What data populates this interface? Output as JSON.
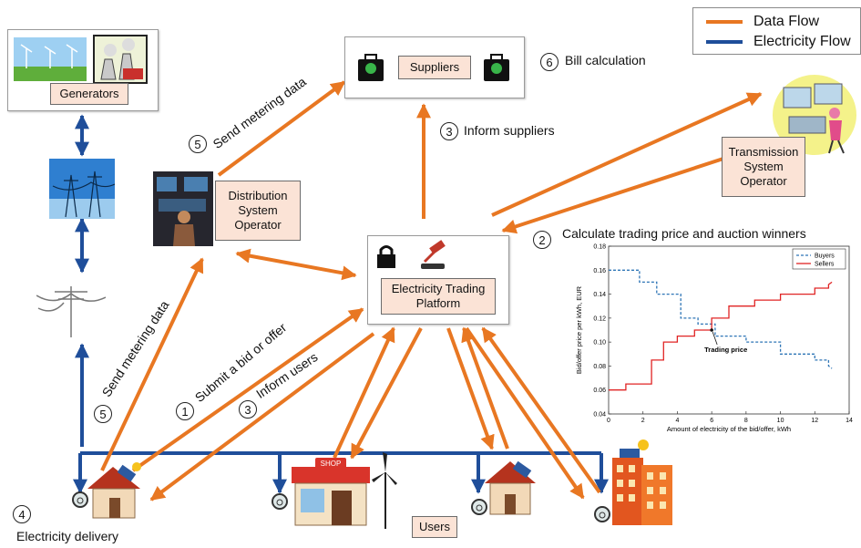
{
  "legend": {
    "data_flow": "Data Flow",
    "electricity_flow": "Electricity Flow",
    "data_color": "#e87722",
    "electricity_color": "#1f4e9a"
  },
  "nodes": {
    "generators": "Generators",
    "suppliers": "Suppliers",
    "tso": "Transmission System Operator",
    "dso": "Distribution System Operator",
    "platform": "Electricity Trading Platform",
    "users": "Users"
  },
  "steps": {
    "s1": {
      "num": "1",
      "text": "Submit a bid or offer"
    },
    "s2": {
      "num": "2",
      "text": "Calculate trading price and auction winners"
    },
    "s3a": {
      "num": "3",
      "text": "Inform suppliers"
    },
    "s3b": {
      "num": "3",
      "text": "Inform users"
    },
    "s4": {
      "num": "4",
      "text": "Electricity delivery"
    },
    "s5a": {
      "num": "5",
      "text": "Send metering data"
    },
    "s5b": {
      "num": "5",
      "text": "Send metering data"
    },
    "s6": {
      "num": "6",
      "text": "Bill calculation"
    }
  },
  "shop_sign": "SHOP",
  "chart_data": {
    "type": "line",
    "title": "",
    "xlabel": "Amount of electricity of the bid/offer, kWh",
    "ylabel": "Bid/offer price per kWh, EUR",
    "xlim": [
      0,
      14
    ],
    "ylim": [
      0.04,
      0.18
    ],
    "xticks": [
      0,
      2,
      4,
      6,
      8,
      10,
      12,
      14
    ],
    "yticks": [
      0.04,
      0.06,
      0.08,
      0.1,
      0.12,
      0.14,
      0.16,
      0.18
    ],
    "legend_position": "top-right",
    "series": [
      {
        "name": "Buyers",
        "style": "dashed",
        "color": "#2e75b6",
        "x": [
          0,
          1.8,
          1.8,
          2.8,
          2.8,
          4.2,
          4.2,
          5.2,
          5.2,
          6.2,
          6.2,
          8.0,
          8.0,
          10.0,
          10.0,
          12.0,
          12.0,
          12.8,
          12.8,
          13.0
        ],
        "y": [
          0.16,
          0.16,
          0.15,
          0.15,
          0.14,
          0.14,
          0.12,
          0.12,
          0.115,
          0.115,
          0.105,
          0.105,
          0.1,
          0.1,
          0.09,
          0.09,
          0.085,
          0.085,
          0.08,
          0.078
        ]
      },
      {
        "name": "Sellers",
        "style": "solid",
        "color": "#e02424",
        "x": [
          0,
          1.0,
          1.0,
          2.5,
          2.5,
          3.2,
          3.2,
          4.0,
          4.0,
          5.0,
          5.0,
          6.0,
          6.0,
          7.0,
          7.0,
          8.5,
          8.5,
          10.0,
          10.0,
          12.0,
          12.0,
          12.8,
          12.8,
          13.0
        ],
        "y": [
          0.06,
          0.06,
          0.065,
          0.065,
          0.085,
          0.085,
          0.1,
          0.1,
          0.105,
          0.105,
          0.11,
          0.11,
          0.12,
          0.12,
          0.13,
          0.13,
          0.135,
          0.135,
          0.14,
          0.14,
          0.145,
          0.145,
          0.148,
          0.15
        ]
      }
    ],
    "annotation": {
      "text": "Trading price",
      "x": 6.0,
      "y": 0.11
    }
  }
}
